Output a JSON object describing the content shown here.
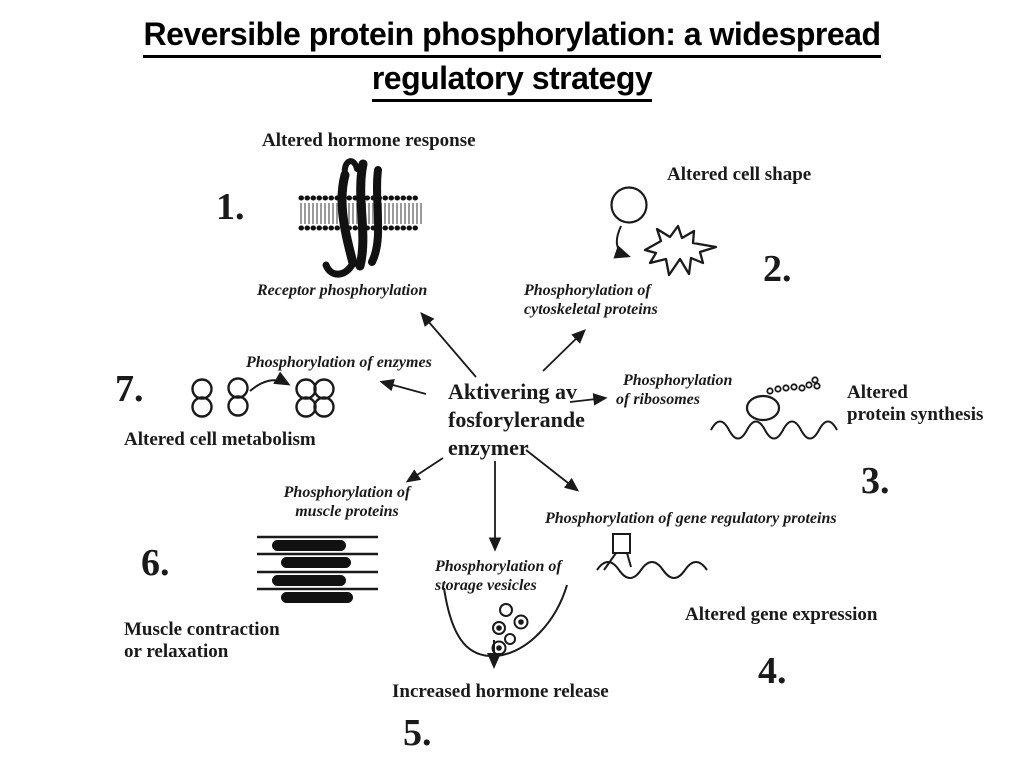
{
  "colors": {
    "background": "#ffffff",
    "ink": "#1a1a1a",
    "title": "#000000"
  },
  "title": {
    "line1": "Reversible protein phosphorylation: a widespread",
    "line2": "regulatory strategy"
  },
  "hub": {
    "line1": "Aktivering av",
    "line2": "fosforylerande",
    "line3": "enzymer"
  },
  "nodes": {
    "receptor": {
      "number": "1.",
      "outcome": "Altered hormone response",
      "label": "Receptor phosphorylation",
      "drawing": "membrane-receptor-drawing"
    },
    "cytoskeleton": {
      "number": "2.",
      "outcome": "Altered cell shape",
      "label_line1": "Phosphorylation of",
      "label_line2": "cytoskeletal proteins",
      "drawing": "cell-shape-drawing"
    },
    "ribosomes": {
      "number": "3.",
      "outcome_line1": "Altered",
      "outcome_line2": "protein synthesis",
      "label_line1": "Phosphorylation",
      "label_line2": "of ribosomes",
      "drawing": "ribosome-drawing"
    },
    "gene": {
      "number": "4.",
      "outcome": "Altered gene expression",
      "label": "Phosphorylation of gene regulatory proteins",
      "drawing": "gene-regulatory-protein-drawing"
    },
    "vesicles": {
      "number": "5.",
      "outcome": "Increased hormone release",
      "label_line1": "Phosphorylation of",
      "label_line2": "storage vesicles",
      "drawing": "storage-vesicle-drawing"
    },
    "muscle": {
      "number": "6.",
      "outcome_line1": "Muscle contraction",
      "outcome_line2": "or relaxation",
      "label_line1": "Phosphorylation of",
      "label_line2": "muscle proteins",
      "drawing": "muscle-filament-drawing"
    },
    "enzymes": {
      "number": "7.",
      "outcome": "Altered cell metabolism",
      "label": "Phosphorylation of enzymes",
      "drawing": "enzyme-subunit-drawing"
    }
  }
}
